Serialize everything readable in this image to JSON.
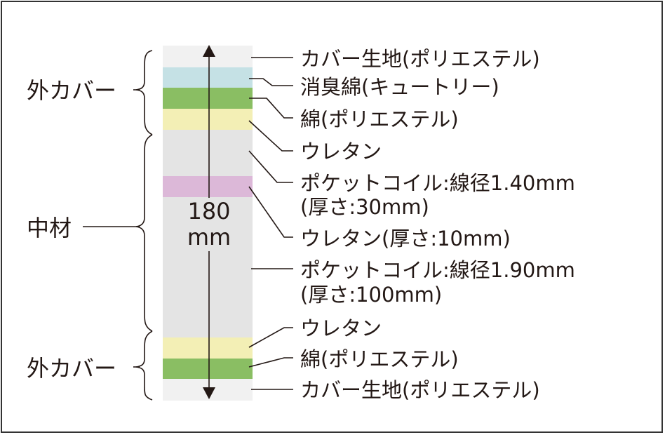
{
  "diagram": {
    "groups": {
      "top": "外カバー",
      "middle": "中材",
      "bottom": "外カバー"
    },
    "thickness": {
      "value": "180",
      "unit": "mm"
    },
    "layers": [
      {
        "label": "カバー生地(ポリエステル)",
        "color": "#f1f1f1"
      },
      {
        "label": "消臭綿(キュートリー)",
        "color": "#c5e1e5"
      },
      {
        "label": "綿(ポリエステル)",
        "color": "#8abe63"
      },
      {
        "label": "ウレタン",
        "color": "#f3efb5"
      },
      {
        "label_line1": "ポケットコイル:線径1.40mm",
        "label_line2": "(厚さ:30mm)",
        "color": "#e4e4e4"
      },
      {
        "label": "ウレタン(厚さ:10mm)",
        "color": "#dcb8d8"
      },
      {
        "label_line1": "ポケットコイル:線径1.90mm",
        "label_line2": "(厚さ:100mm)",
        "color": "#e4e4e4"
      },
      {
        "label": "ウレタン",
        "color": "#f3efb5"
      },
      {
        "label": "綿(ポリエステル)",
        "color": "#8abe63"
      },
      {
        "label": "カバー生地(ポリエステル)",
        "color": "#f1f1f1"
      }
    ]
  }
}
